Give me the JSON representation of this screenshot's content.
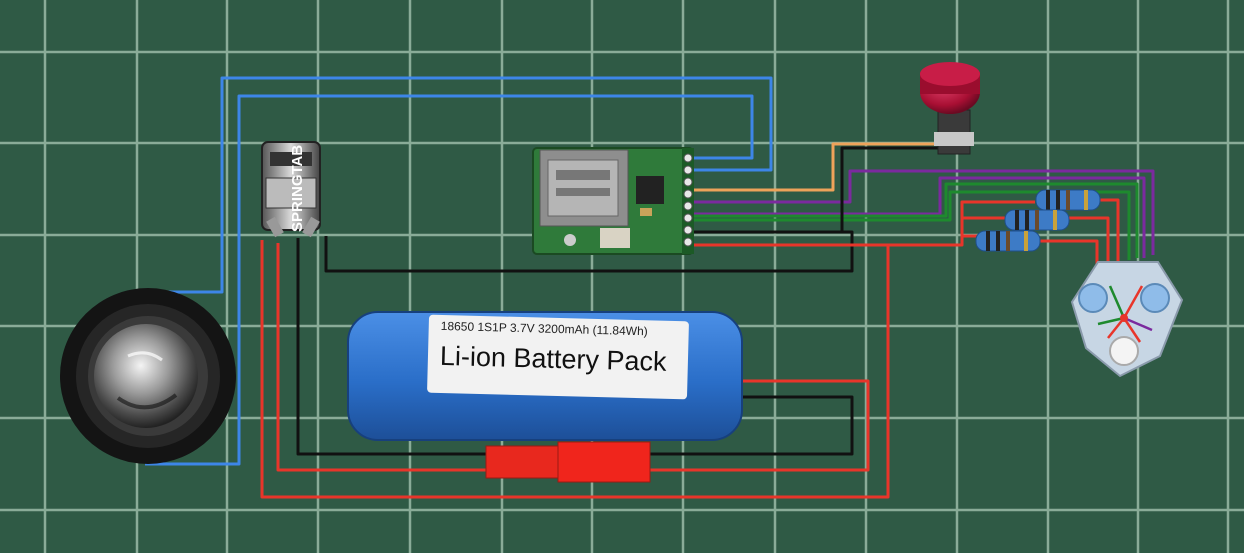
{
  "battery": {
    "spec": "18650 1S1P 3.7V 3200mAh (11.84Wh)",
    "title": "Li-ion Battery Pack"
  },
  "switch": {
    "label": "SPRINGTAB"
  },
  "colors": {
    "mat": "#2f5a45",
    "grid": "#a9c8b4",
    "wire_blue": "#3d86e8",
    "wire_red": "#e8352a",
    "wire_black": "#111111",
    "wire_orange": "#eea35a",
    "wire_purple": "#7b2a9e",
    "wire_green": "#1e8a2e",
    "battery": "#2a6ec8",
    "pcb": "#2f7a3a",
    "knob": "#b5123a"
  },
  "icons": {
    "speaker": "speaker-icon",
    "switch": "push-switch-icon",
    "led": "led-star-icon",
    "potentiometer": "knob-icon"
  }
}
